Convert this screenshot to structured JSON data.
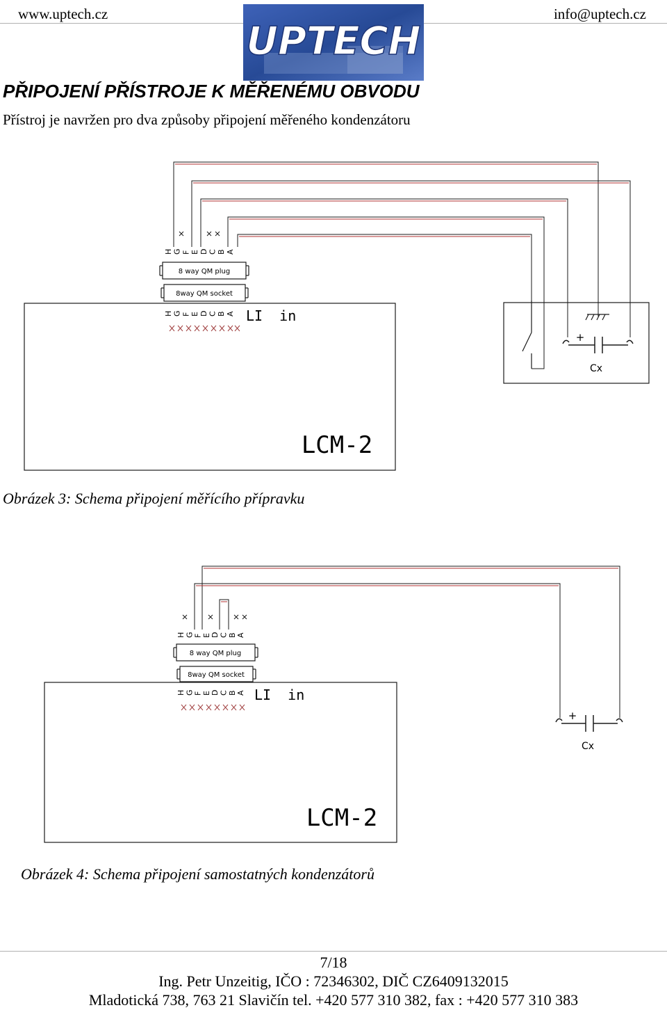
{
  "header": {
    "left": "www.uptech.cz",
    "right": "info@uptech.cz",
    "logo_text": "UPTECH"
  },
  "heading": "PŘIPOJENÍ PŘÍSTROJE K MĚŘENÉMU OBVODU",
  "intro": "Přístroj je navržen pro dva způsoby připojení měřeného kondenzátoru",
  "figure3": {
    "pins": [
      "H",
      "G",
      "F",
      "E",
      "D",
      "C",
      "B",
      "A"
    ],
    "plug": "8 way QM plug",
    "socket": "8way QM socket",
    "li_in": "LI  in",
    "device": "LCM-2",
    "plus": "+",
    "cap": "Cx",
    "caption": "Obrázek 3: Schema připojení měřícího přípravku"
  },
  "figure4": {
    "pins": [
      "H",
      "G",
      "F",
      "E",
      "D",
      "C",
      "B",
      "A"
    ],
    "plug": "8 way QM plug",
    "socket": "8way QM socket",
    "li_in": "LI  in",
    "device": "LCM-2",
    "plus": "+",
    "cap": "Cx",
    "caption": "Obrázek 4: Schema připojení samostatných kondenzátorů"
  },
  "footer": {
    "page": "7/18",
    "line1": "Ing. Petr Unzeitig, IČO : 72346302, DIČ CZ6409132015",
    "line2": "Mladotická 738, 763 21 Slavičín  tel. +420 577 310 382, fax : +420 577 310 383"
  },
  "colors": {
    "wire": "#b03030",
    "line": "#1a1a1a",
    "logo_bg": "#2f4f9a"
  }
}
